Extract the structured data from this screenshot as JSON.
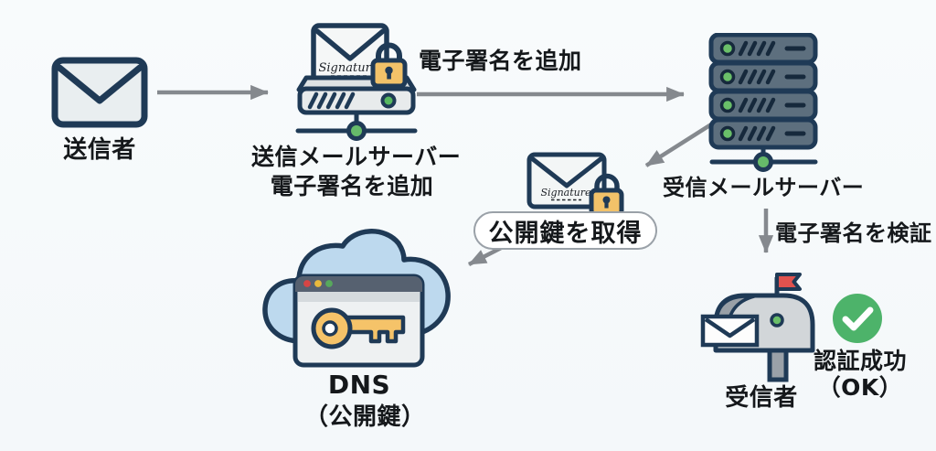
{
  "diagram": {
    "nodes": {
      "sender": {
        "label": "送信者"
      },
      "sending_server": {
        "label_line1": "送信メールサーバー",
        "label_line2": "電子署名を追加"
      },
      "receiving_server": {
        "label": "受信メールサーバー"
      },
      "dns": {
        "label_line1": "DNS",
        "label_line2": "（公開鍵）"
      },
      "receiver": {
        "label": "受信者"
      },
      "auth_result": {
        "label_line1": "認証成功",
        "label_line2": "（OK）"
      }
    },
    "annotations": {
      "add_signature": "電子署名を追加",
      "get_public_key": "公開鍵を取得",
      "verify_signature": "電子署名を検証"
    },
    "envelope_signature_text": "Signature",
    "colors": {
      "background": "#f6f9fb",
      "outline_navy": "#1f3a56",
      "arrow_gray": "#85898e",
      "lock_orange": "#f2c269",
      "cloud_blue": "#bdd9ee",
      "node_green": "#66bb6a",
      "server_slate": "#5d6f7e",
      "flag_red": "#e0524e",
      "check_green": "#4db36a",
      "text": "#15181b"
    }
  }
}
